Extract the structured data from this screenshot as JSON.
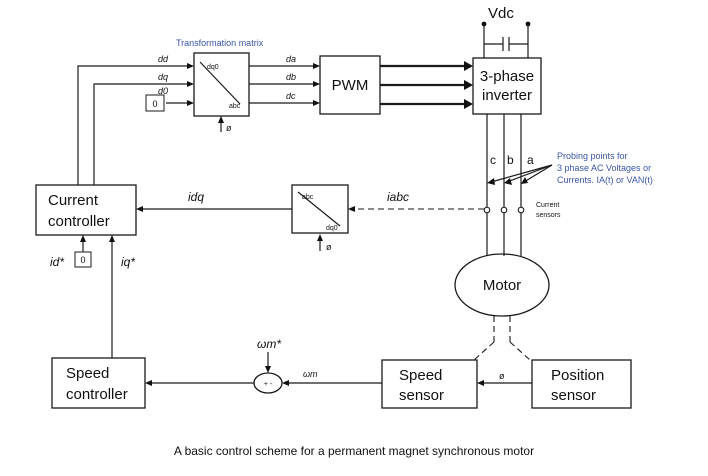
{
  "caption": "A basic control scheme for a permanent magnet synchronous motor",
  "supply": {
    "label": "Vdc"
  },
  "blocks": {
    "transformation": {
      "title": "Transformation matrix",
      "in_label": "dq0",
      "out_label": "abc"
    },
    "pwm": {
      "label": "PWM"
    },
    "inverter": {
      "line1": "3-phase",
      "line2": "inverter"
    },
    "current_controller": {
      "line1": "Current",
      "line2": "controller"
    },
    "inverse_transform": {
      "in_label": "abc",
      "out_label": "dq0"
    },
    "motor": {
      "label": "Motor"
    },
    "speed_controller": {
      "line1": "Speed",
      "line2": "controller"
    },
    "speed_sensor": {
      "line1": "Speed",
      "line2": "sensor"
    },
    "position_sensor": {
      "line1": "Position",
      "line2": "sensor"
    }
  },
  "signals": {
    "d_d": "dd",
    "d_q": "dq",
    "d_0": "d0",
    "d_a": "da",
    "d_b": "db",
    "d_c": "dc",
    "zero": "0",
    "theta": "ø",
    "i_dq": "idq",
    "i_abc": "iabc",
    "id_ref": "id*",
    "iq_ref": "iq*",
    "omega_ref": "ωm*",
    "omega_m": "ωm",
    "sum_signs": "+ -"
  },
  "phases": [
    "c",
    "b",
    "a"
  ],
  "annotations": {
    "probing": [
      "Probing points for",
      "3 phase AC Voltages or",
      "Currents.  IA(t) or VAN(t)"
    ],
    "current_sensors": [
      "Current",
      "sensors"
    ]
  },
  "colors": {
    "annotation_blue": "#3a55a8",
    "line": "#1a1a1a"
  }
}
